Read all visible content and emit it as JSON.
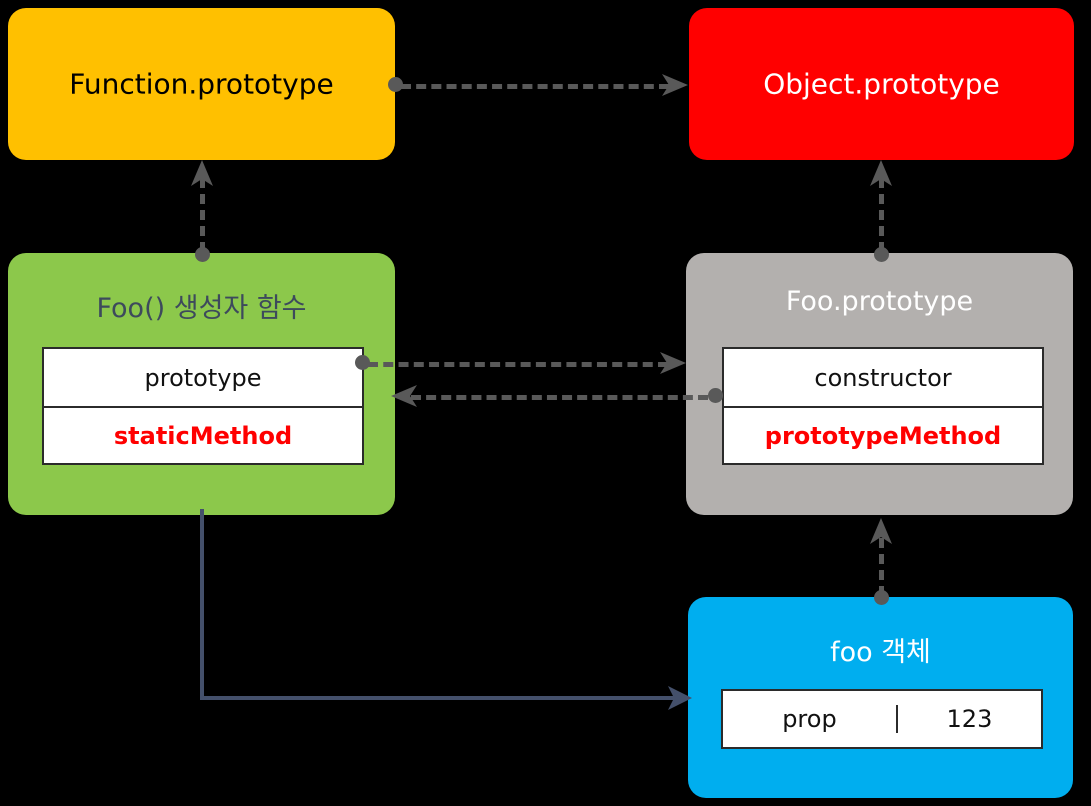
{
  "diagram": {
    "title": "JavaScript prototype chain diagram",
    "background": "#000000",
    "nodes": [
      {
        "id": "function-prototype",
        "label": "Function.prototype",
        "color": "#FFC000",
        "text_color": "#000000",
        "rows": []
      },
      {
        "id": "object-prototype",
        "label": "Object.prototype",
        "color": "#FF0000",
        "text_color": "#FFFFFF",
        "rows": []
      },
      {
        "id": "foo-constructor",
        "label": "Foo() 생성자 함수",
        "color": "#8CC84B",
        "text_color": "#3D4A5C",
        "rows": [
          {
            "cells": [
              {
                "text": "prototype",
                "style": "normal"
              }
            ]
          },
          {
            "cells": [
              {
                "text": "staticMethod",
                "style": "red"
              }
            ]
          }
        ]
      },
      {
        "id": "foo-prototype",
        "label": "Foo.prototype",
        "color": "#B3B0AE",
        "text_color": "#FFFFFF",
        "rows": [
          {
            "cells": [
              {
                "text": "constructor",
                "style": "normal"
              }
            ]
          },
          {
            "cells": [
              {
                "text": "prototypeMethod",
                "style": "red"
              }
            ]
          }
        ]
      },
      {
        "id": "foo-object",
        "label": "foo 객체",
        "color": "#00AEEF",
        "text_color": "#FFFFFF",
        "rows": [
          {
            "cells": [
              {
                "text": "prop",
                "style": "normal"
              },
              {
                "text": "123",
                "style": "normal"
              }
            ]
          }
        ]
      }
    ],
    "edges": [
      {
        "id": "function-prototype-to-object-prototype",
        "from": "function-prototype",
        "to": "object-prototype",
        "style": "dashed",
        "color": "#595959",
        "direction": "right"
      },
      {
        "id": "foo-constructor-to-function-prototype",
        "from": "foo-constructor",
        "to": "function-prototype",
        "style": "dashed",
        "color": "#595959",
        "direction": "up"
      },
      {
        "id": "foo-prototype-to-object-prototype",
        "from": "foo-prototype",
        "to": "object-prototype",
        "style": "dashed",
        "color": "#595959",
        "direction": "up"
      },
      {
        "id": "prototype-to-foo-prototype",
        "from": "foo-constructor.prototype",
        "to": "foo-prototype",
        "style": "dashed",
        "color": "#595959",
        "direction": "right"
      },
      {
        "id": "constructor-to-foo-constructor",
        "from": "foo-prototype.constructor",
        "to": "foo-constructor",
        "style": "dashed",
        "color": "#595959",
        "direction": "left"
      },
      {
        "id": "foo-object-to-foo-prototype",
        "from": "foo-object",
        "to": "foo-prototype",
        "style": "dashed",
        "color": "#595959",
        "direction": "up"
      },
      {
        "id": "foo-constructor-creates-foo-object",
        "from": "foo-constructor",
        "to": "foo-object",
        "style": "solid",
        "color": "#44506B",
        "direction": "right"
      }
    ]
  }
}
